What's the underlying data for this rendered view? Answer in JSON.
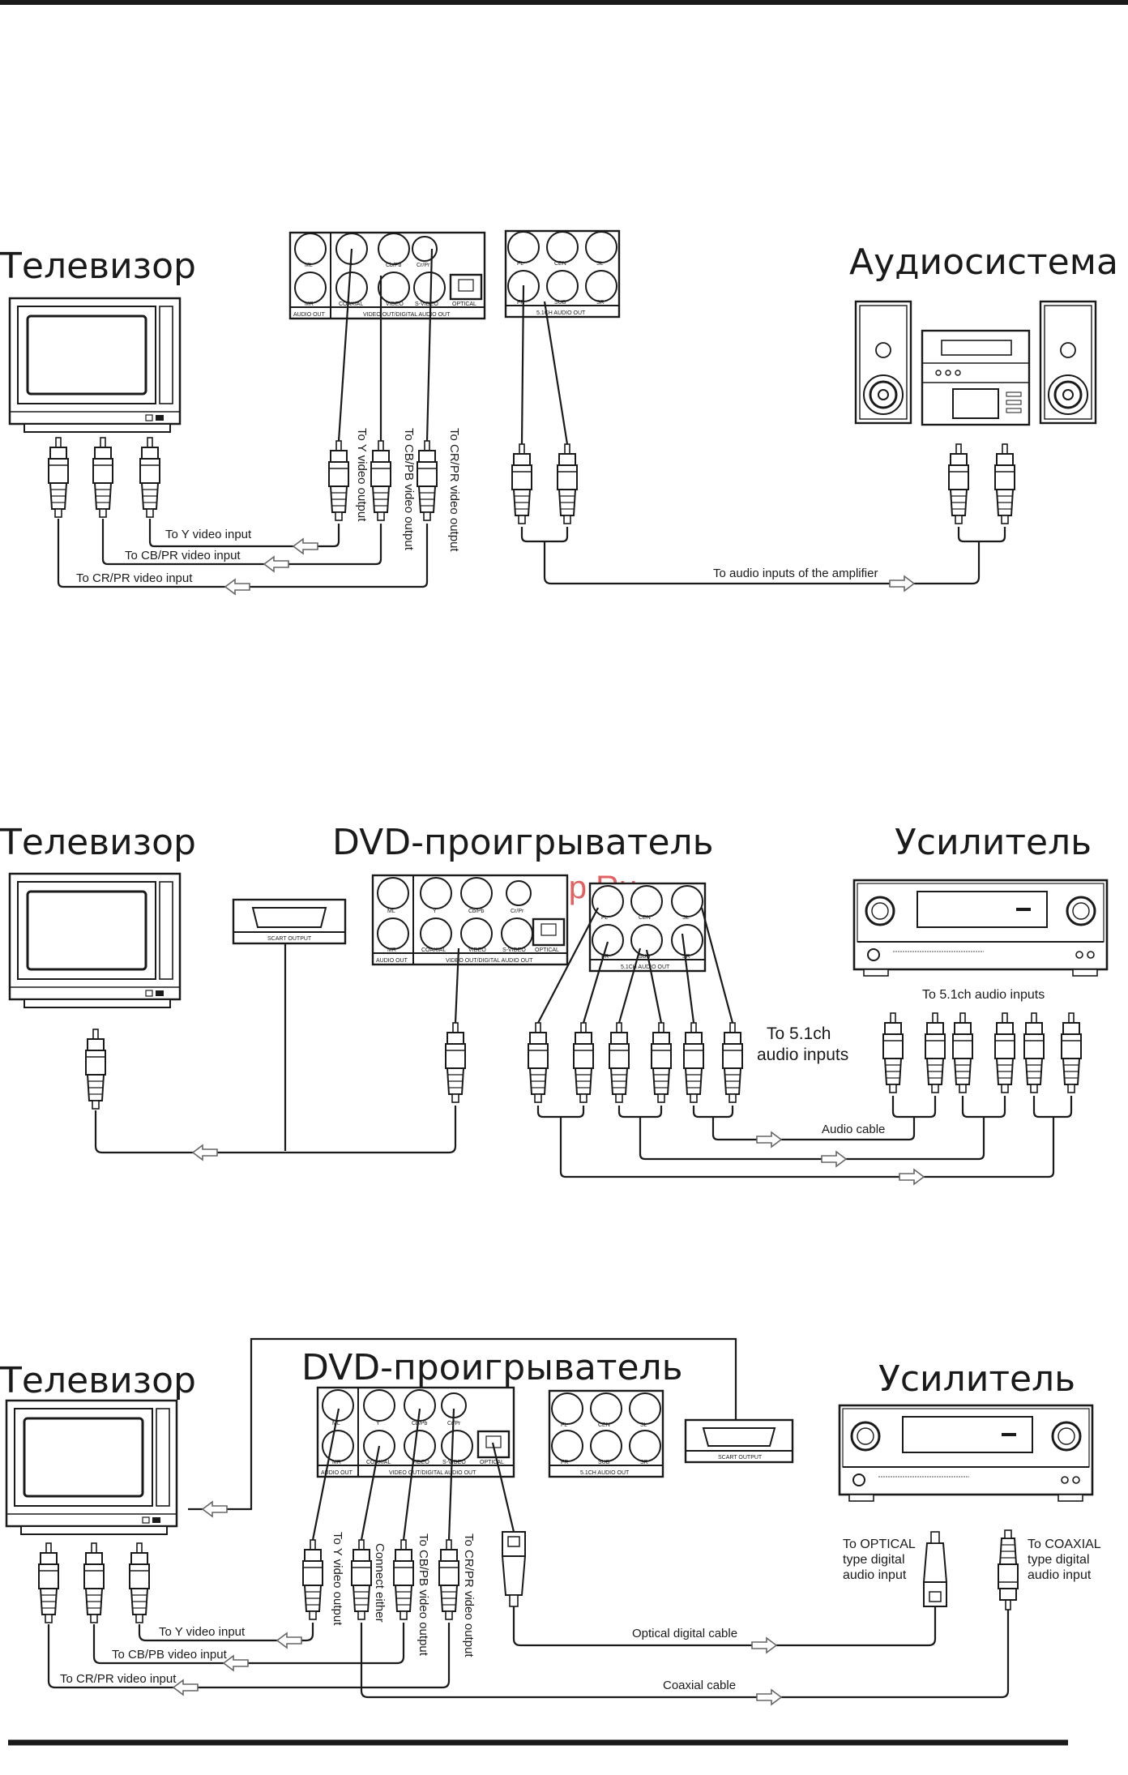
{
  "diagram1": {
    "tv_title": "Телевизор",
    "audio_title": "Аудиосистема",
    "panel1": {
      "label_left": "AUDIO OUT",
      "label_main": "VIDEO OUT/DIGITAL AUDIO OUT",
      "jacks": [
        "ML",
        "Y",
        "Cb/Pb",
        "Cr/Pr",
        "MR",
        "COAXIAL",
        "VIDEO",
        "S-VIDEO",
        "OPTICAL"
      ]
    },
    "panel2": {
      "label": "5.1CH AUDIO OUT",
      "jacks": [
        "FL",
        "CEN",
        "SL",
        "FR",
        "SUB",
        "SR"
      ]
    },
    "vert_labels": [
      "To Y video output",
      "To CB/PB video output",
      "To CR/PR video output"
    ],
    "horiz_labels": [
      "To Y video input",
      "To CB/PR video input",
      "To CR/PR video input"
    ],
    "amp_label": "To audio inputs of the amplifier"
  },
  "diagram2": {
    "tv_title": "Телевизор",
    "dvd_title": "DVD-проигрыватель",
    "amp_title": "Усилитель",
    "scart": "SCART OUTPUT",
    "panel1": {
      "label_left": "AUDIO OUT",
      "label_main": "VIDEO OUT/DIGITAL AUDIO OUT",
      "jacks": [
        "ML",
        "Y",
        "Cb/Pb",
        "Cr/Pr",
        "MR",
        "COAXIAL",
        "VIDEO",
        "S-VIDEO",
        "OPTICAL"
      ]
    },
    "panel2": {
      "label": "5.1CH AUDIO OUT",
      "jacks": [
        "FL",
        "CEN",
        "SL",
        "FR",
        "SUB",
        "SR"
      ]
    },
    "label_51_top": "To 5.1ch audio inputs",
    "label_51_mid_1": "To 5.1ch",
    "label_51_mid_2": "audio inputs",
    "cable": "Audio cable"
  },
  "diagram3": {
    "tv_title": "Телевизор",
    "dvd_title": "DVD-проигрыватель",
    "amp_title": "Усилитель",
    "scart": "SCART OUTPUT",
    "panel1": {
      "label_left": "AUDIO OUT",
      "label_main": "VIDEO OUT/DIGITAL AUDIO OUT",
      "jacks": [
        "ML",
        "Y",
        "Cb/Pb",
        "Cr/Pr",
        "MR",
        "COAXIAL",
        "VIDEO",
        "S-VIDEO",
        "OPTICAL"
      ]
    },
    "panel2": {
      "label": "5.1CH AUDIO OUT",
      "jacks": [
        "FL",
        "CEN",
        "SL",
        "FR",
        "SUB",
        "SR"
      ]
    },
    "vert_labels": [
      "To Y video output",
      "Connect either",
      "To CB/PB video output",
      "To CR/PR video output"
    ],
    "horiz_labels": [
      "To Y video input",
      "To CB/PB video input",
      "To CR/PR video input"
    ],
    "optical_label": [
      "To OPTICAL",
      "type digital",
      "audio input"
    ],
    "coaxial_label": [
      "To COAXIAL",
      "type digital",
      "audio input"
    ],
    "optical_cable": "Optical digital cable",
    "coaxial_cable": "Coaxial cable"
  },
  "watermark": "McGrp.Ru"
}
